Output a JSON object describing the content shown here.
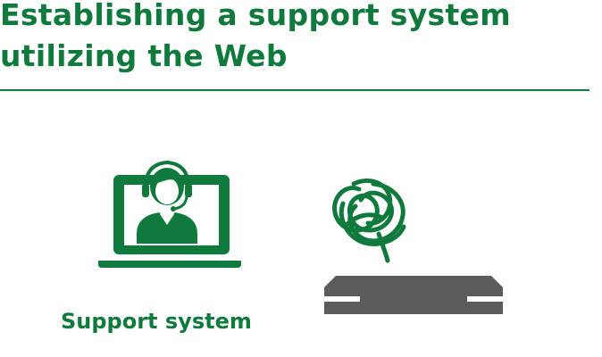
{
  "header": {
    "title_line1": "Establishing a support system",
    "title_line2": "utilizing the Web"
  },
  "illustration": {
    "laptop_icon": "laptop-with-operator-icon",
    "operator_icon": "headset-operator-icon",
    "device_icon": "set-top-box-icon",
    "problem_icon": "tangled-scribble-icon"
  },
  "caption": {
    "label": "Support system"
  },
  "colors": {
    "brand_green": "#0f7a3c",
    "device_gray": "#5b5b5b"
  }
}
